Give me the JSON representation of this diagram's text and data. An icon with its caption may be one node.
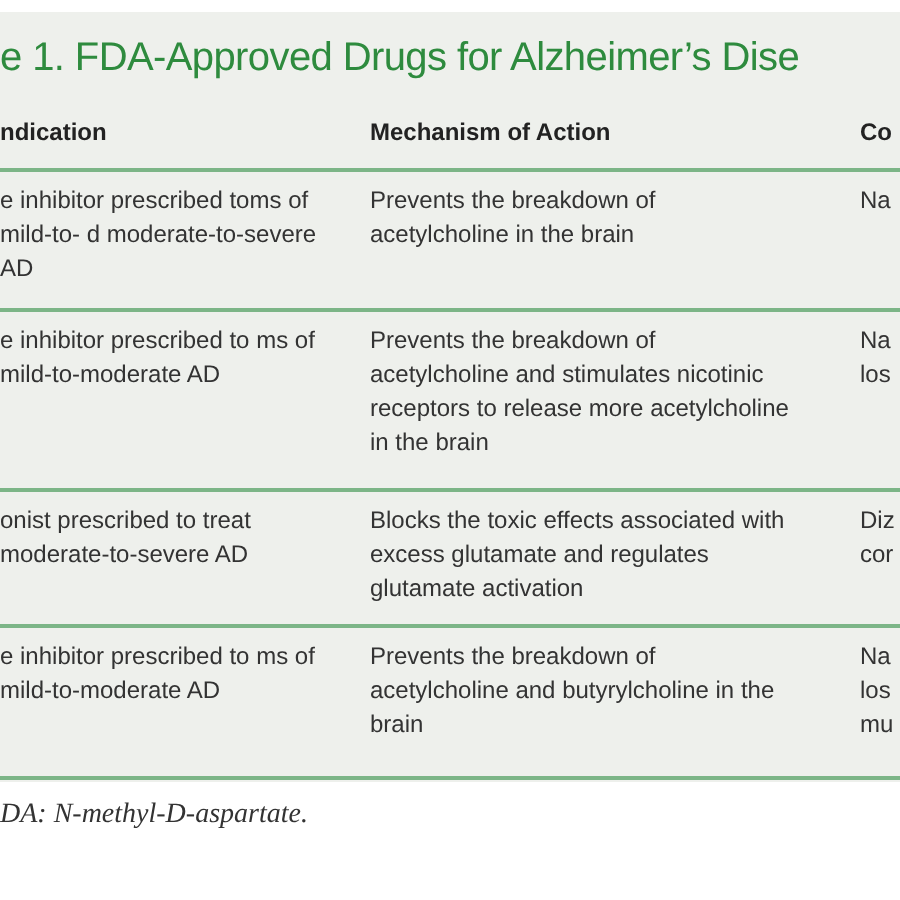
{
  "diagram": {
    "title": "e 1. FDA-Approved Drugs for Alzheimer’s Dise",
    "labels": [
      "ndication",
      "Mechanism of Action",
      "Co",
      "e inhibitor prescribed toms of mild-to- d moderate-to-severe AD",
      "Prevents the breakdown of acetylcholine in the brain",
      "Na",
      "e inhibitor prescribed to ms of mild-to-moderate AD",
      "Prevents the breakdown of acetylcholine and stimulates nicotinic receptors to release more acetylcholine in the brain",
      "Na los",
      "onist prescribed to treat moderate-to-severe AD",
      "Blocks the toxic effects associated with excess glutamate and regulates glutamate activation",
      "Diz cor",
      "e inhibitor prescribed to ms of mild-to-moderate AD",
      "Prevents the breakdown of acetylcholine and butyrylcholine in the brain",
      "Na los mu",
      "DA: N-methyl-D-aspartate."
    ]
  }
}
